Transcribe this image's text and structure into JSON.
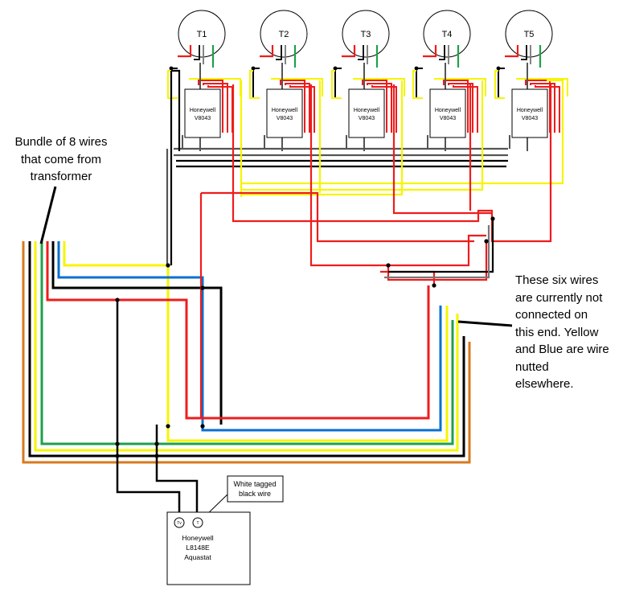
{
  "thermostats": [
    {
      "label": "T1"
    },
    {
      "label": "T2"
    },
    {
      "label": "T3"
    },
    {
      "label": "T4"
    },
    {
      "label": "T5"
    }
  ],
  "zone_valves": [
    {
      "line1": "Honeywell",
      "line2": "V8043"
    },
    {
      "line1": "Honeywell",
      "line2": "V8043"
    },
    {
      "line1": "Honeywell",
      "line2": "V8043"
    },
    {
      "line1": "Honeywell",
      "line2": "V8043"
    },
    {
      "line1": "Honeywell",
      "line2": "V8043"
    }
  ],
  "notes": {
    "bundle": [
      "Bundle of 8 wires",
      "that come from",
      "transformer"
    ],
    "six_wires": [
      "These six wires",
      "are currently not",
      "connected on",
      "this end. Yellow",
      "and Blue are wire",
      "nutted",
      "elsewhere."
    ]
  },
  "tag_label": [
    "White tagged",
    "black wire"
  ],
  "aquastat": {
    "terminal_tv": "Tv",
    "terminal_t": "T",
    "line1": "Honeywell",
    "line2": "L8148E",
    "line3": "Aquastat"
  },
  "colors": {
    "red": "#ee1c1c",
    "yellow": "#f5f500",
    "blue": "#0a6fd0",
    "green": "#1ea04a",
    "orange": "#d77a1e",
    "black": "#000000",
    "gray": "#7f7f7f",
    "white_wire": "#ffffff"
  }
}
